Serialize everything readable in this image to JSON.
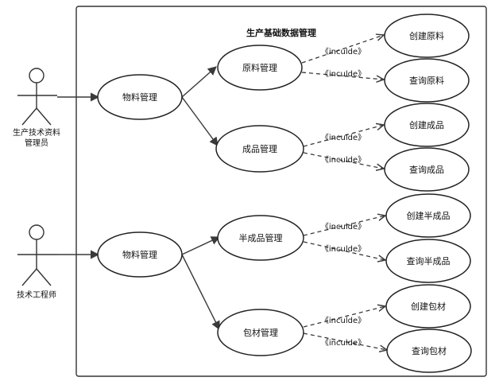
{
  "diagram": {
    "title": "生产基础数据管理",
    "actors": [
      {
        "id": "actor-production",
        "label_lines": [
          "生产技术资料",
          "管理员"
        ]
      },
      {
        "id": "actor-engineer",
        "label_lines": [
          "技术工程师"
        ]
      }
    ],
    "usecases": {
      "material_1": "物料管理",
      "material_2": "物料管理",
      "raw": "原料管理",
      "finished": "成品管理",
      "semi": "半成品管理",
      "pack": "包材管理",
      "create_raw": "创建原料",
      "query_raw": "查询原料",
      "create_finished": "创建成品",
      "query_finished": "查询成品",
      "create_semi": "创建半成品",
      "query_semi": "查询半成品",
      "create_pack": "创建包材",
      "query_pack": "查询包材"
    },
    "include_label": "《inculde》"
  }
}
